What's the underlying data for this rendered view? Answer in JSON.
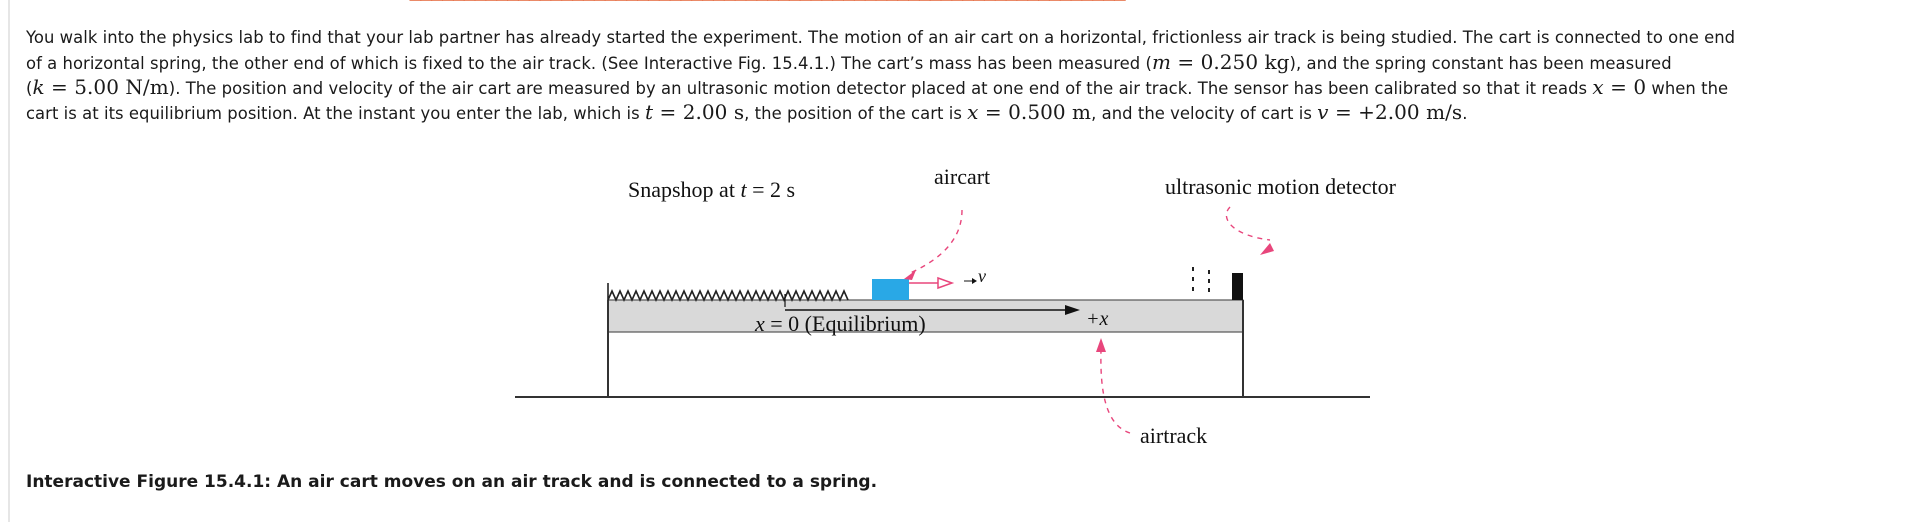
{
  "paragraph": {
    "l1": "You walk into the physics lab to find that your lab partner has already started the experiment. The motion of an air cart on a horizontal, frictionless air track is being studied. The cart is connected to one end",
    "l2a": "of a horizontal spring, the other end of which is fixed to the air track. (See Interactive Fig. 15.4.1.) The cart’s mass has been measured (",
    "l2_m": "m",
    "l2_eq": " = 0.250 kg",
    "l2b": "), and the spring constant has been measured",
    "l3a": "(",
    "l3_k": "k",
    "l3_eq": " = 5.00 N/m",
    "l3b": ").  The position and velocity of the air cart are measured by an ultrasonic motion detector placed at one end of the air track. The sensor has been calibrated so that it reads ",
    "l3_x": "x",
    "l3_eq2": " = 0",
    "l3c": " when the",
    "l4a": "cart is at its equilibrium position. At the instant you enter the lab, which is ",
    "l4_t": "t",
    "l4_eq1": " = 2.00 s",
    "l4b": ", the position of the cart is ",
    "l4_x": "x",
    "l4_eq2": " = 0.500 m",
    "l4c": ", and the velocity of cart is ",
    "l4_v": "v",
    "l4_eq3": " = +2.00 m/s",
    "l4d": "."
  },
  "figure": {
    "snapshot_a": "Snapshop at ",
    "snapshot_t": "t",
    "snapshot_b": " = 2 s",
    "aircart": "aircart",
    "detector": "ultrasonic motion detector",
    "velocity_symbol": "v",
    "equilibrium_x": "x",
    "equilibrium_rest": " = 0 (Equilibrium)",
    "plus_x": "+x",
    "airtrack": "airtrack",
    "colors": {
      "cart": "#29a8e6",
      "arrow": "#e8467c",
      "track": "#d9d9d9",
      "detector": "#111111"
    }
  },
  "caption": "Interactive Figure 15.4.1: An air cart moves on an air track and is connected to a spring."
}
